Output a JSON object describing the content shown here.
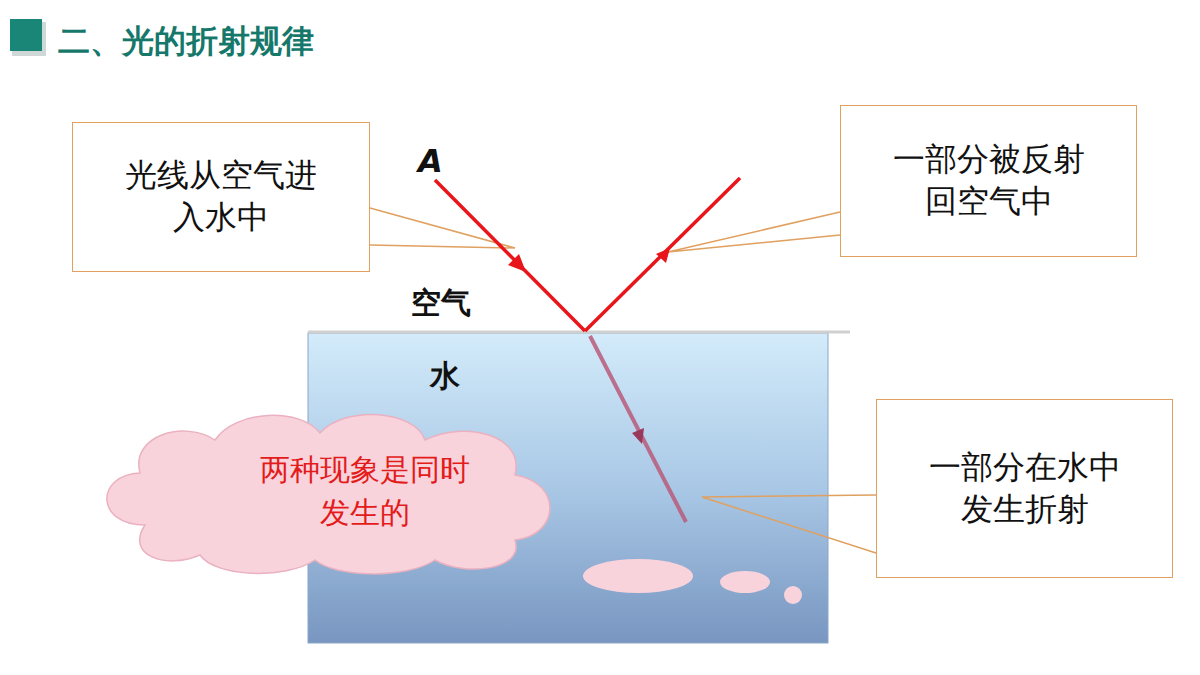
{
  "diagram": {
    "title": "二、光的折射规律",
    "nodes": [
      {
        "text": [
          "光线从空气进入水中"
        ]
      },
      {
        "text": [
          "一部分被反射回空气中"
        ]
      },
      {
        "text": [
          "两种现象是同时发生的"
        ]
      },
      {
        "text": [
          "一部分在水中发生折射"
        ]
      }
    ],
    "labels": [
      "A",
      "空气",
      "水"
    ]
  }
}
